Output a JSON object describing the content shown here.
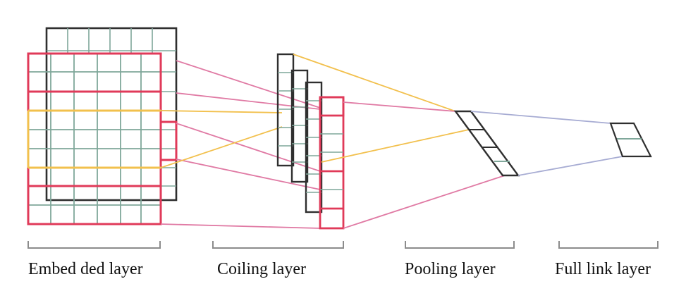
{
  "labels": {
    "embedded_layer": "Embed ded layer",
    "coiling_layer": "Coiling layer",
    "pooling_layer": "Pooling layer",
    "full_link_layer": "Full link layer"
  },
  "colors": {
    "background": "#ffffff",
    "grid_line": "#7fa79a",
    "dark_frame": "#2f2f2f",
    "red_highlight": "#e03a59",
    "pink_connector": "#e07aa4",
    "yellow_highlight": "#f2c04d",
    "blue_connector": "#a7acd3",
    "bracket": "#8c8c8c",
    "text": "#111111"
  }
}
